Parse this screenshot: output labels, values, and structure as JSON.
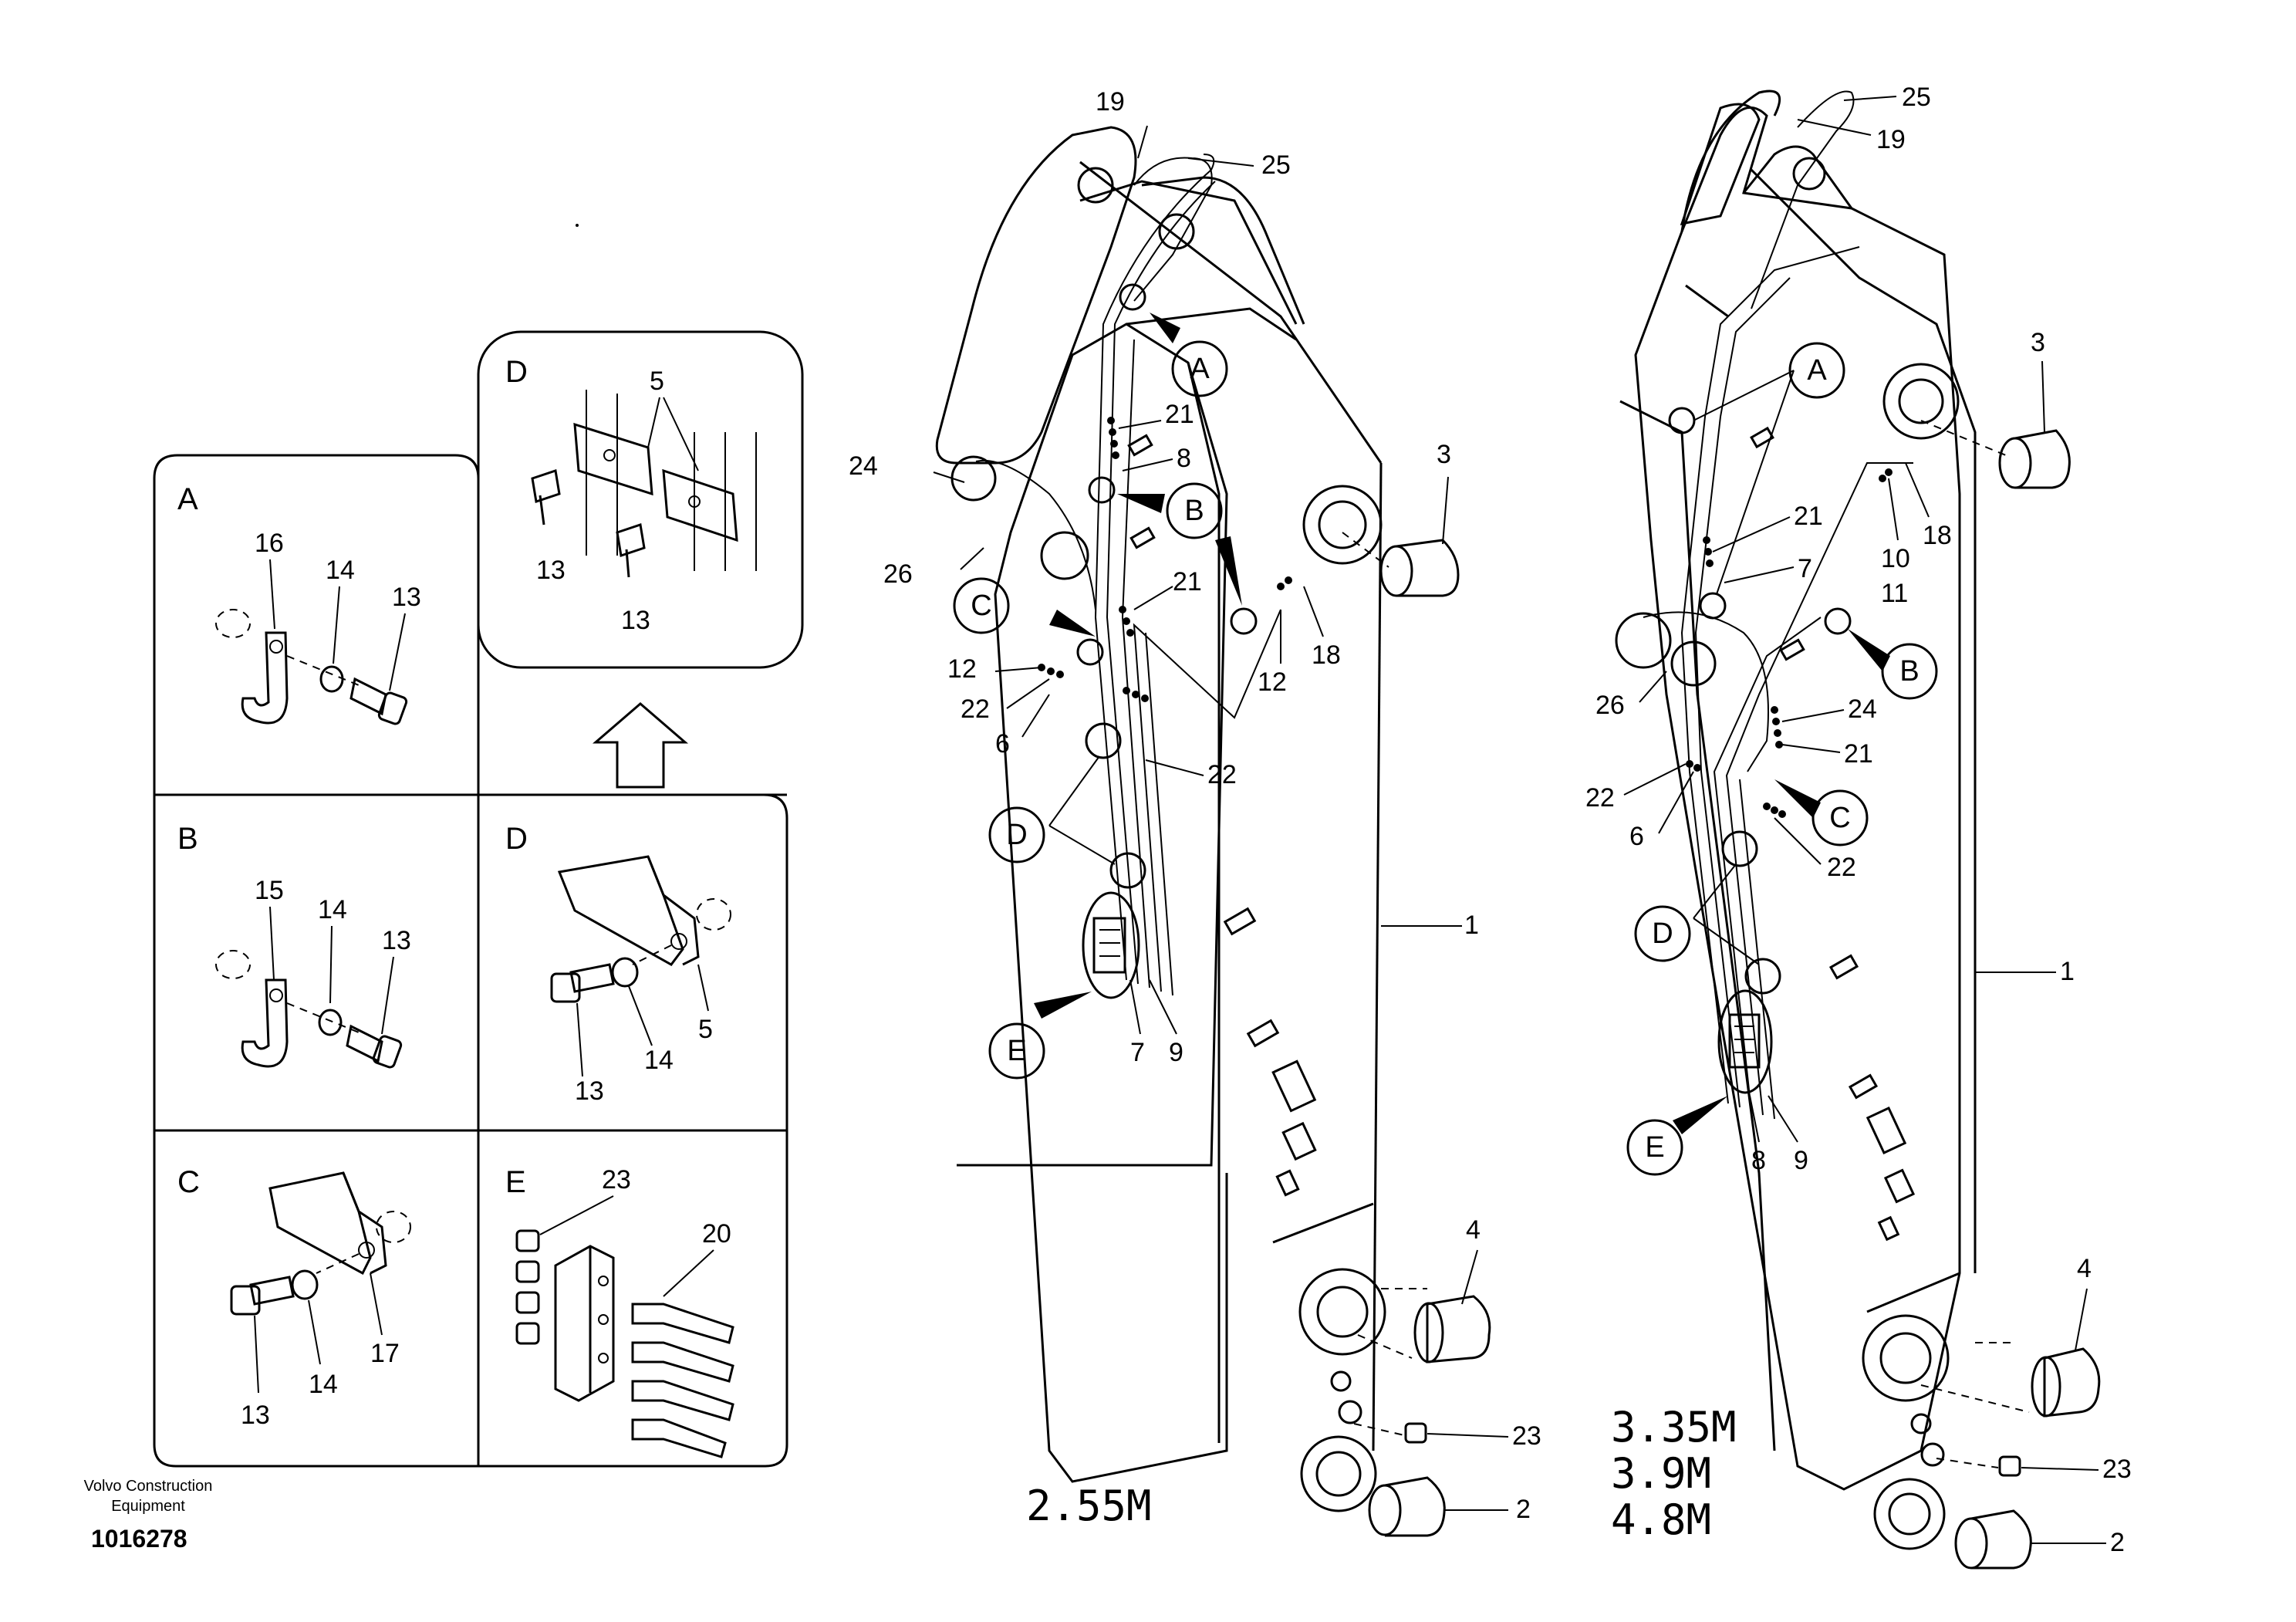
{
  "detail_panels": [
    {
      "letter": "A",
      "callouts": [
        "16",
        "14",
        "13"
      ]
    },
    {
      "letter": "D",
      "callouts": [
        "5",
        "13",
        "13"
      ]
    },
    {
      "letter": "B",
      "callouts": [
        "15",
        "14",
        "13"
      ]
    },
    {
      "letter": "D",
      "callouts": [
        "5",
        "13",
        "14"
      ]
    },
    {
      "letter": "C",
      "callouts": [
        "17",
        "13",
        "14"
      ]
    },
    {
      "letter": "E",
      "callouts": [
        "23",
        "20"
      ]
    }
  ],
  "arm_left": {
    "length_label": "2.55M",
    "callouts": [
      "19",
      "25",
      "21",
      "8",
      "24",
      "26",
      "21",
      "12",
      "22",
      "6",
      "22",
      "12",
      "18",
      "3",
      "1",
      "7",
      "9",
      "4",
      "23",
      "2"
    ],
    "bubbles": [
      "A",
      "B",
      "C",
      "D",
      "E"
    ]
  },
  "arm_right": {
    "length_labels": [
      "3.35M",
      "3.9M",
      "4.8M"
    ],
    "callouts": [
      "25",
      "19",
      "3",
      "21",
      "7",
      "10",
      "11",
      "18",
      "26",
      "24",
      "21",
      "22",
      "6",
      "22",
      "1",
      "8",
      "9",
      "4",
      "23",
      "2"
    ],
    "bubbles": [
      "A",
      "B",
      "C",
      "D",
      "E"
    ]
  },
  "footer": {
    "brand_line1": "Volvo Construction",
    "brand_line2": "Equipment",
    "document_number": "1016278"
  }
}
